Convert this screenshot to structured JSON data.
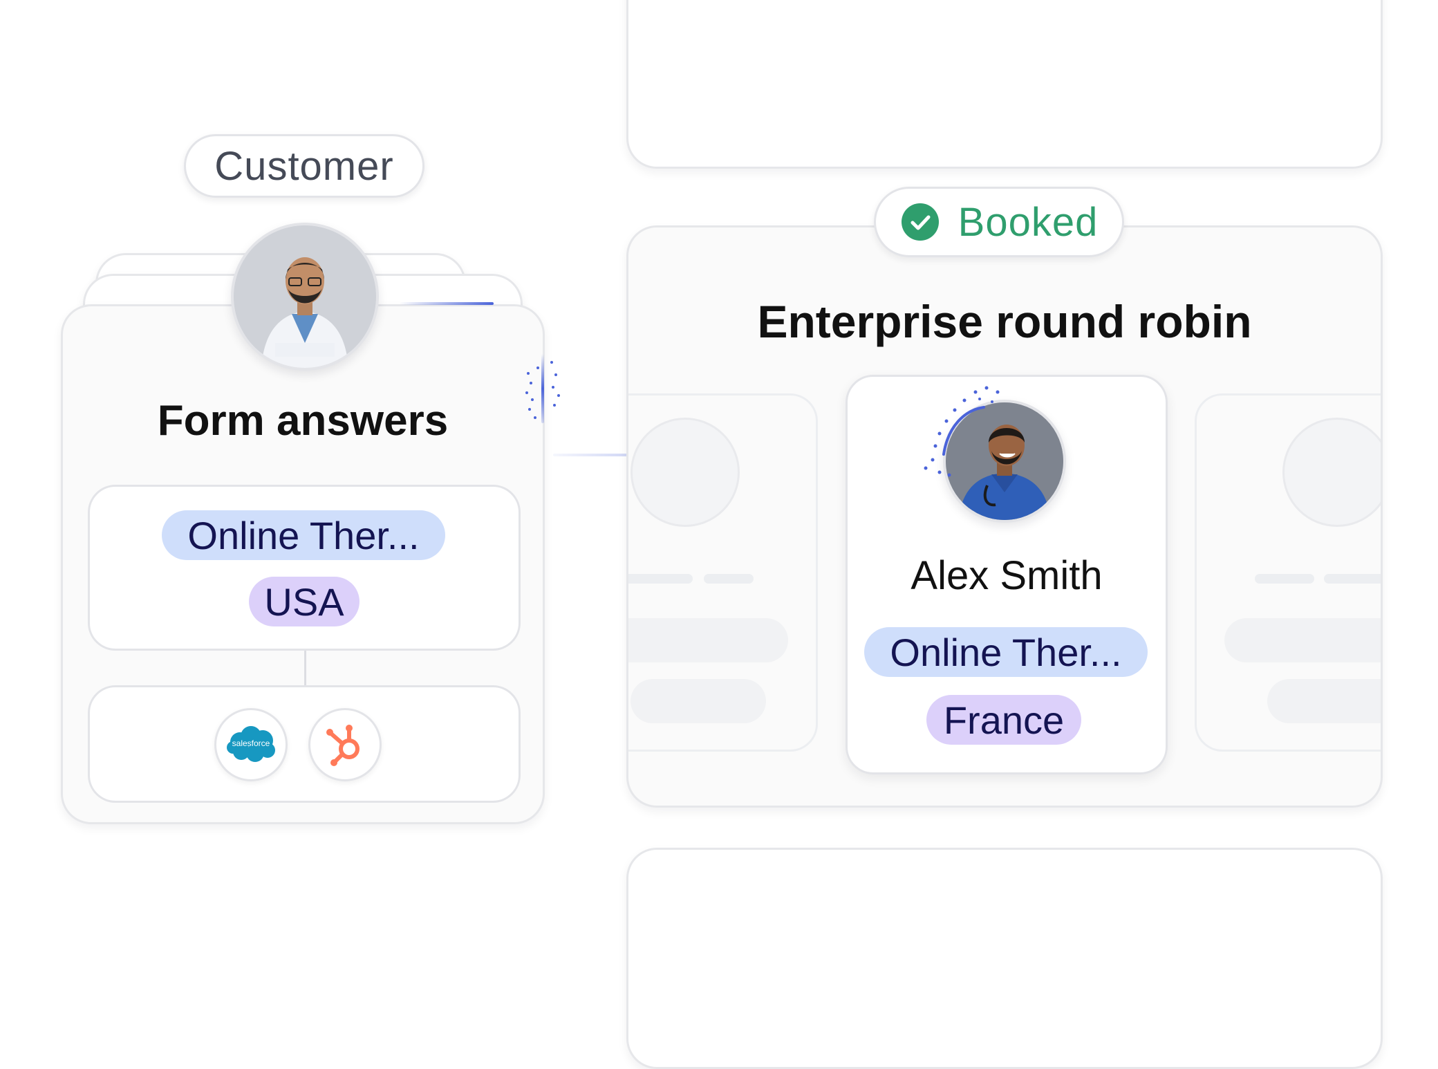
{
  "customer_label": "Customer",
  "form_card": {
    "title": "Form answers",
    "tags": [
      "Online Ther...",
      "USA"
    ],
    "integrations": [
      {
        "name": "salesforce",
        "label": "salesforce",
        "color": "#1798c1"
      },
      {
        "name": "hubspot",
        "color": "#ff7a59"
      }
    ]
  },
  "status_badge": {
    "label": "Booked",
    "color": "#2f9e6d"
  },
  "round_robin": {
    "title": "Enterprise round robin",
    "selected_host": {
      "name": "Alex Smith",
      "tags": [
        "Online Ther...",
        "France"
      ]
    }
  },
  "colors": {
    "accent_line": "#4a63d9",
    "tag_blue": "#cfdefb",
    "tag_purple": "#dcd0fa",
    "tag_text": "#141452"
  }
}
